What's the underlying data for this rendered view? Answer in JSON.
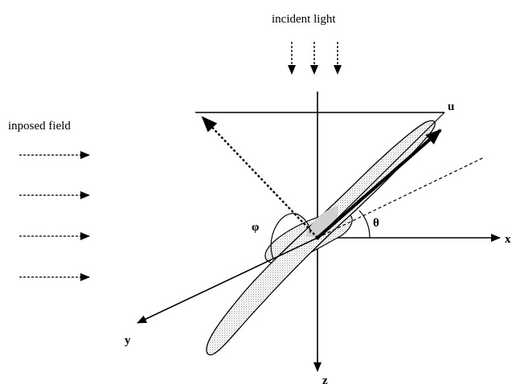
{
  "labels": {
    "incident_light": "incident light",
    "imposed_field": "inposed field",
    "axis_x": "x",
    "axis_y": "y",
    "axis_z": "z",
    "axis_u": "u",
    "angle_theta": "θ",
    "angle_phi": "φ"
  },
  "colors": {
    "ink": "#000000",
    "shading": "#c8c8c8",
    "background": "#ffffff"
  }
}
